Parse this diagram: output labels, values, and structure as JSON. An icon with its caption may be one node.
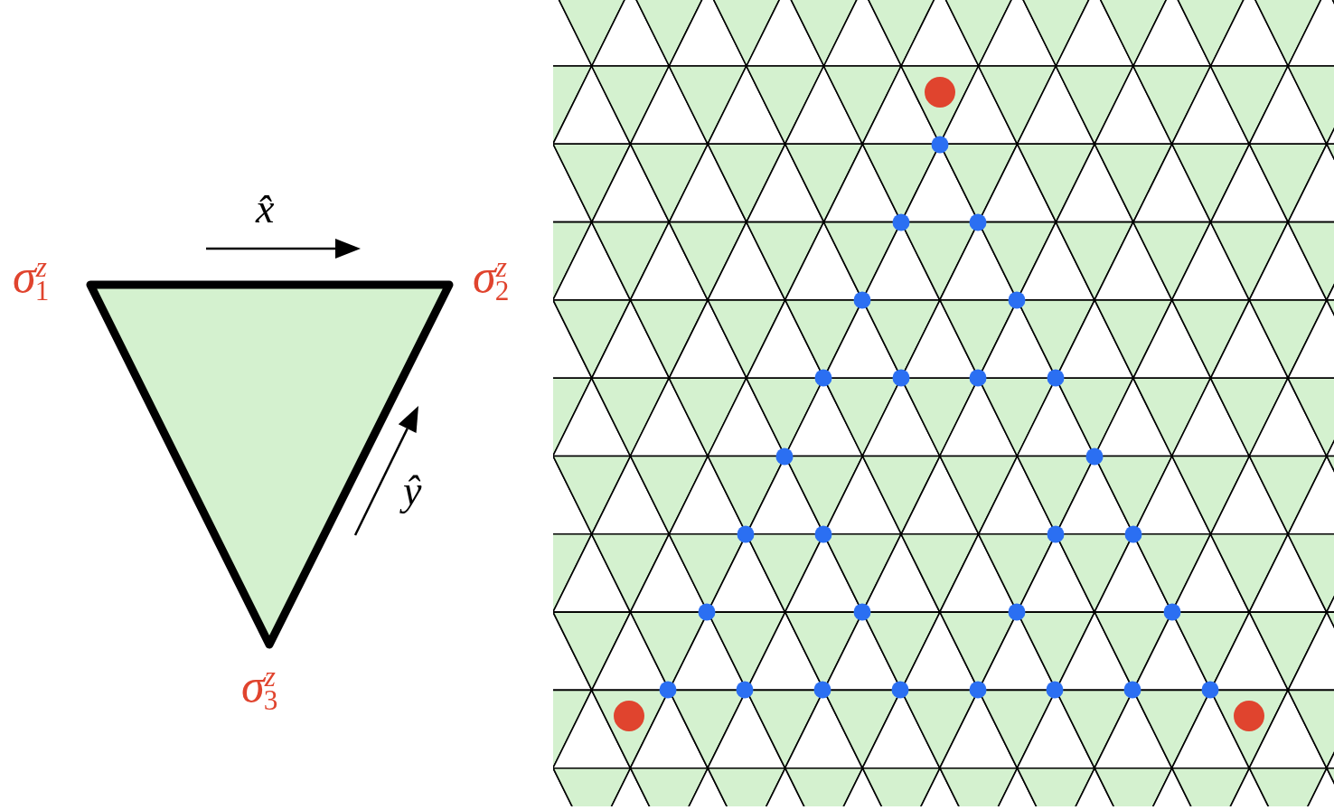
{
  "diagram": {
    "labels": [
      "x̂",
      "σ$^{z}$$_{1}$",
      "σ$^{z}$$_{2}$",
      "ŷ",
      "σ$^{z}$$_{3}$"
    ]
  }
}
